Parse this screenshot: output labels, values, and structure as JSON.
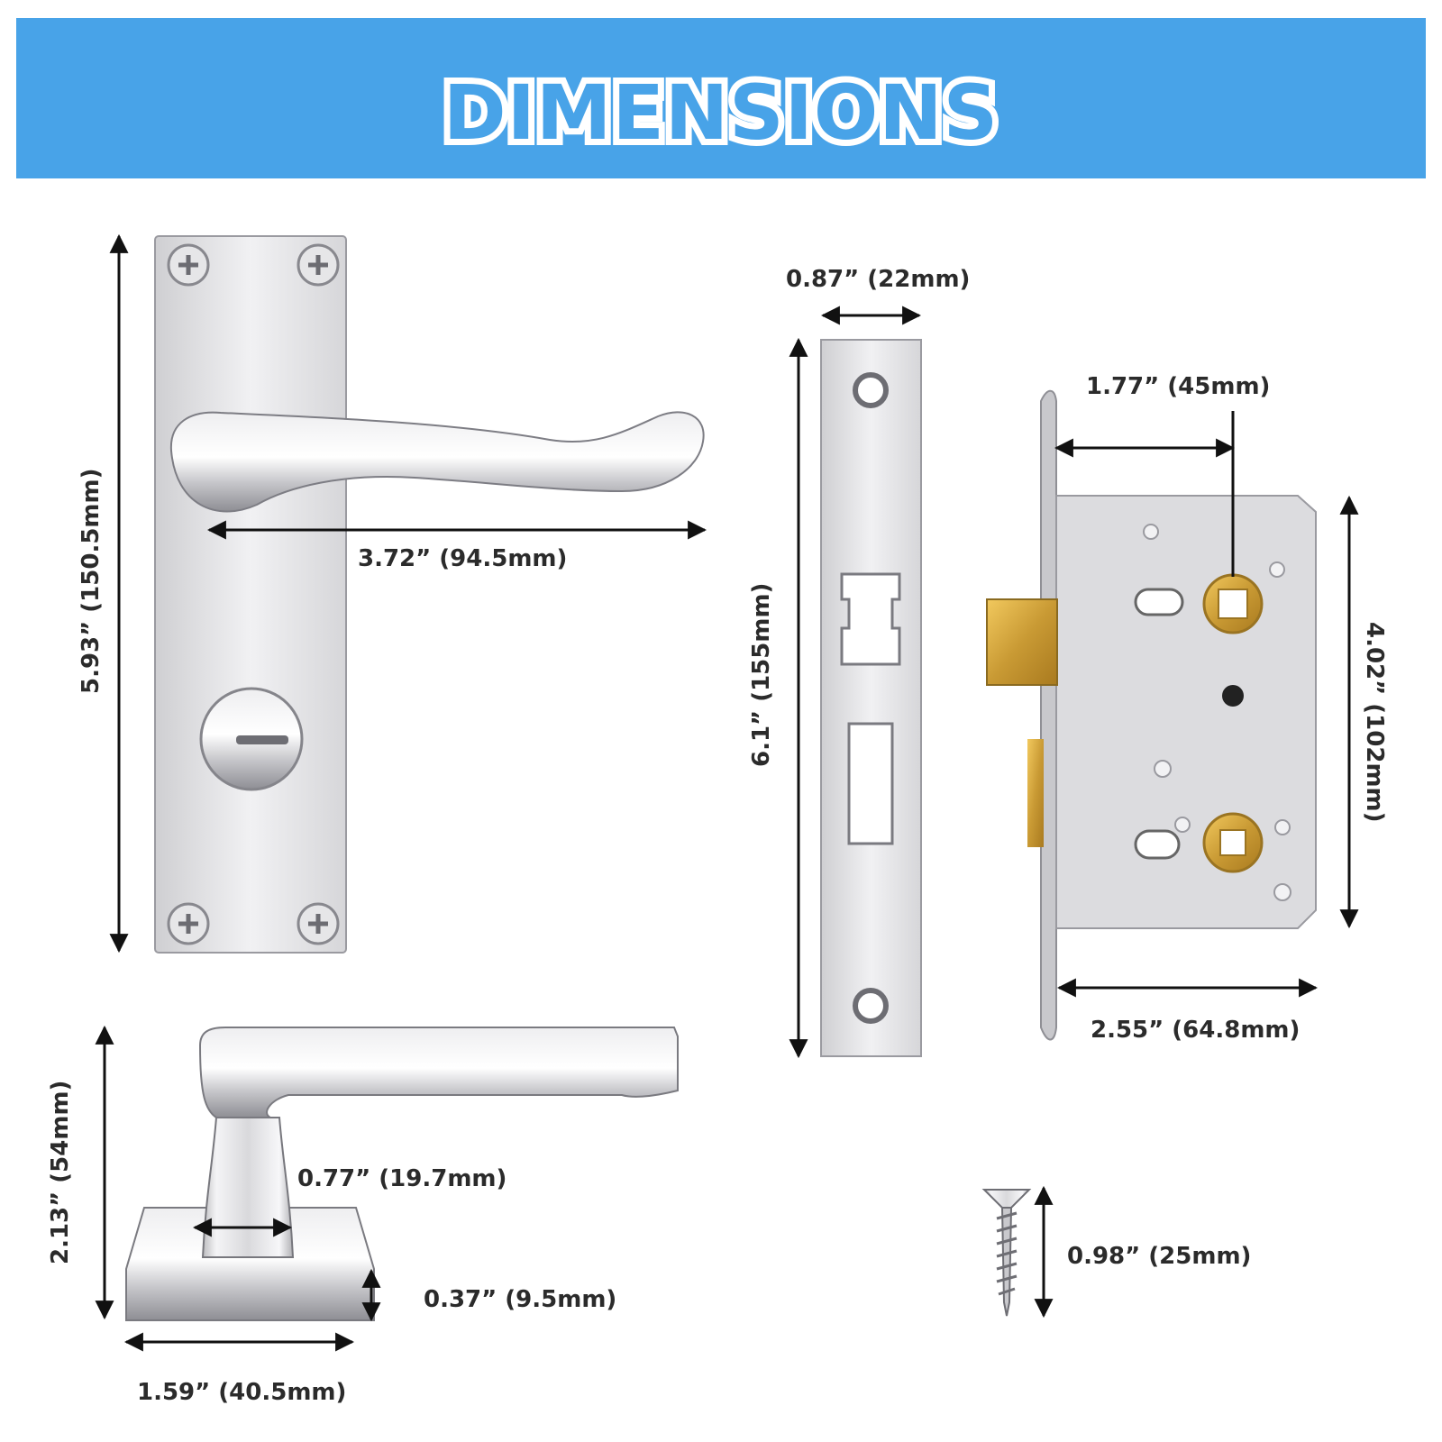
{
  "header": {
    "title": "DIMENSIONS",
    "banner_color": "#48a3e8"
  },
  "dimensions": {
    "backplate_height": "5.93” (150.5mm)",
    "lever_length": "3.72” (94.5mm)",
    "strike_width": "0.87” (22mm)",
    "strike_height": "6.1” (155mm)",
    "backset": "1.77” (45mm)",
    "case_height": "4.02” (102mm)",
    "case_depth": "2.55” (64.8mm)",
    "lever_height": "2.13” (54mm)",
    "neck_diameter": "0.77” (19.7mm)",
    "rose_thickness": "0.37” (9.5mm)",
    "rose_width": "1.59” (40.5mm)",
    "screw_length": "0.98” (25mm)"
  }
}
